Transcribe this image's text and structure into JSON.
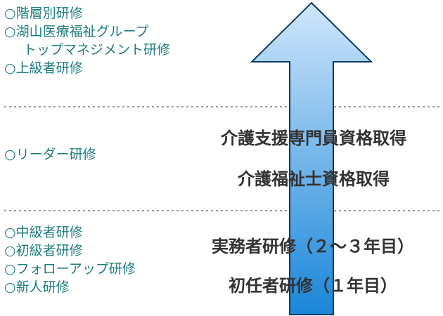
{
  "colors": {
    "text_left": "#1f7d7d",
    "text_arrow": "#333333",
    "arrow_top": "#cfe6fb",
    "arrow_bottom": "#1a86d9",
    "arrow_border": "#0d3a63",
    "divider": "#9a9a9a"
  },
  "tiers": {
    "top": {
      "items": [
        "○階層別研修",
        "○湖山医療福祉グループ",
        "トップマネジメント研修",
        "○上級者研修"
      ]
    },
    "middle": {
      "items": [
        "○リーダー研修"
      ]
    },
    "bottom": {
      "items": [
        "○中級者研修",
        "○初級者研修",
        "○フォローアップ研修",
        "○新人研修"
      ]
    }
  },
  "arrow": {
    "labels": {
      "care_manager": "介護支援専門員資格取得",
      "care_worker": "介護福祉士資格取得",
      "practitioner": "実務者研修（２～３年目）",
      "new_staff": "初任者研修（１年目）"
    }
  }
}
